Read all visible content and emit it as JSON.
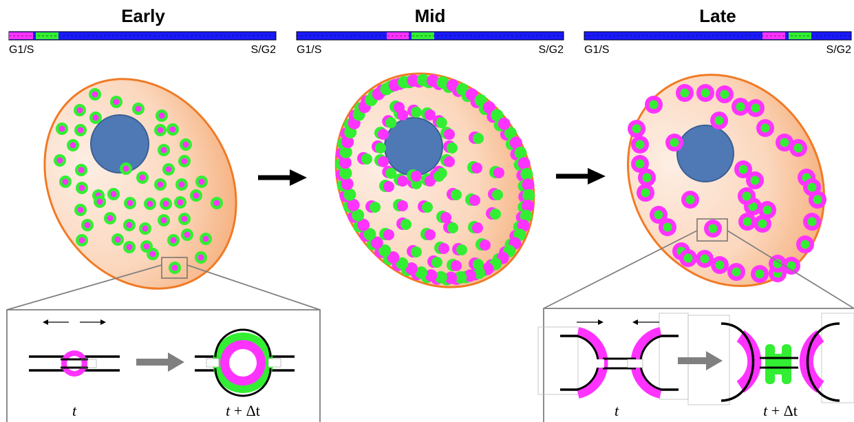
{
  "panels": [
    {
      "title": "Early",
      "bar_start": "G1/S",
      "bar_end": "S/G2"
    },
    {
      "title": "Mid",
      "bar_start": "G1/S",
      "bar_end": "S/G2"
    },
    {
      "title": "Late",
      "bar_start": "G1/S",
      "bar_end": "S/G2"
    }
  ],
  "insets": {
    "early": {
      "label_t": "t",
      "label_t_plus": "t",
      "label_plus": " + ",
      "label_delta": "Δt"
    },
    "late": {
      "label_t": "t",
      "label_t_plus": "t",
      "label_plus": " + ",
      "label_delta": "Δt"
    }
  },
  "colors": {
    "magenta": "#ff33ff",
    "green": "#33ee33",
    "blue_segment": "#1a1aff",
    "nucleus": "#4f79b5",
    "cell_outline": "#f07a25",
    "cell_fill_light": "#fde8da",
    "cell_fill_dark": "#f7b684",
    "arrow": "#000000",
    "gray_arrow": "#808080"
  }
}
